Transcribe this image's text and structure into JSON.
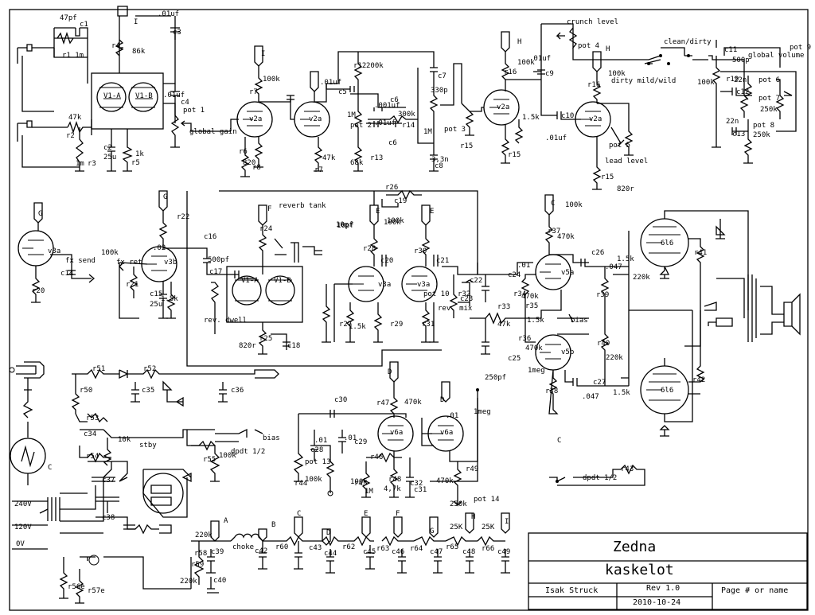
{
  "title_block": {
    "project": "Zedna",
    "name": "kaskelot",
    "author": "Isak Struck",
    "rev": "Rev 1.0",
    "date": "2010-10-24",
    "page": "Page # or name"
  },
  "labels": {
    "c1": "47pf",
    "c1n": "c1",
    "r1": "r1 1m",
    "r2v": "47k",
    "r2": "r2",
    "r3": "1m",
    "r3n": "r3",
    "r4": "r4",
    "r4v": "86k",
    "c3v": ".01uf",
    "c3": "c3",
    "c4v": ".01uf",
    "c4": "c4",
    "pot1": "pot 1",
    "gg": "global gain",
    "c2": "c2",
    "c2v": "25u",
    "r5": "r5",
    "r5v": "1k",
    "v1a": "V1-A",
    "v1b": "V1-B",
    "r7": "r7",
    "r7v": "100k",
    "v2a1": "v2a",
    "r6": "r6",
    "r6v": "820",
    "r8": "r8",
    "c5v": ".01uf",
    "c5": "c5",
    "v2a2": "v2a",
    "r9": "r7",
    "r9v": "47k",
    "r12": "r12",
    "r12v": "200k",
    "c6a": ".001uf",
    "c6an": "c6",
    "c6b": ".01uf",
    "c6bn": "c6",
    "pot2v": "1M",
    "pot2": "pot 2",
    "r14v": "300k",
    "r14": "r14",
    "r13": "r13",
    "r13v": "68k",
    "c7": "c7",
    "c7v": "330p",
    "pot3": "pot 3",
    "pot3v": "1M",
    "c8v": "3,3n",
    "c8": "c8",
    "crunch": "crunch level",
    "c9v": ".01uf",
    "c9": "c9",
    "r16": "r16",
    "r16v": "100k",
    "v2a3": "v2a",
    "r15": "r15",
    "r15b": "r15",
    "r15v": "1.5k",
    "pot4": "pot 4",
    "r16b": "r16",
    "r16bv": "100k",
    "v2a4": "v2a",
    "c10": "c10",
    "c10v": ".01uf",
    "pot5": "pot 5",
    "lead": "lead level",
    "r15c": "r15",
    "r820": "820r",
    "cleandirty": "clean/dirty",
    "dirtymw": "dirty mild/wild",
    "c11": "c11",
    "c11v": "500p",
    "gv": "global volume",
    "pot9": "pot 9",
    "r19": "r19",
    "r19v": "100k",
    "r22": "22n",
    "pot6": "pot 6",
    "c12": "c12",
    "pot7": "pot 7",
    "pot7v": "250k",
    "c13": "c13",
    "c13v": "22n",
    "pot8": "pot 8",
    "pot8v": "250k",
    "v3a1": "v3a",
    "c14": "c14",
    "fxsend": "fx send",
    "r20": "r20",
    "r100k": "100k",
    "r22n": "r22",
    "c16": "c16",
    "c16v": ".02",
    "fxret": "fx ret",
    "v3b": "v3b",
    "r21": "r21",
    "c15": "c15",
    "c15v": "25u",
    "r23": "1.5k",
    "c17": "c17",
    "c17v": "500pf",
    "revdwell": "rev. dwell",
    "r24": "r24",
    "reverb": "reverb tank",
    "v1a2": "V1-A",
    "v1b2": "V1-B",
    "r25": "r25",
    "r25v": "820r",
    "c18": "c18",
    "r26": "r26",
    "c19": "c19",
    "r26v": "100k",
    "c19v": "10pf",
    "r28": "r28",
    "c20": "c20",
    "v3a2": "v3a",
    "r29": "r29",
    "r27": "r27",
    "r27v": "1.5k",
    "r30": "r30",
    "c21": "c21",
    "v3a3": "v3a",
    "pot10": "pot 10",
    "r31": "r31",
    "revmix": "rev. mix",
    "r32": "r32",
    "c22": "c22",
    "c23": "c23",
    "r33": "r33",
    "r33v": "47k",
    "r34": "r34",
    "r34v": "470k",
    "r35": "r35",
    "r35v": "1.5k",
    "c24": "c24",
    "c24v": ".01",
    "bias": "bias",
    "r37": "r37",
    "r37v": "470k",
    "v5a": "v5a",
    "c26": "c26",
    "c26v": ".047",
    "r15k": "1.5k",
    "r220k": "220k",
    "r39": "r39",
    "r36": "r36",
    "r36v": "470k",
    "c25": "c25",
    "c25v": "250pf",
    "v5b": "v5b",
    "r40": "r40",
    "r220kb": "220k",
    "r1meg": "1meg",
    "r38": "r38",
    "c27": "c27",
    "c27v": ".047",
    "r15kb": "1.5k",
    "six16a": "6l6",
    "six16b": "6l6",
    "r41": "r41",
    "r42": "r42",
    "r51": "r51",
    "r52": "r52",
    "r50": "r50",
    "c35": "c35",
    "c36": "c36",
    "r53": "r53",
    "c34": "c34",
    "r10k": "10k",
    "stby": "stby",
    "r54": "r54",
    "r55": "r55",
    "r55v": "100k",
    "dpdt": "dpdt 1/2",
    "biasb": "bias",
    "c37": "c37",
    "c38": "c38",
    "v240": "240V",
    "v120": "120V",
    "v0": "0V",
    "r56e": "r56e",
    "r57e": "r57e",
    "c30": "c30",
    "c28": "c28",
    "c29": "c29",
    "c29v": ".01",
    "c28v": ".01",
    "r47": "r47",
    "r47v": "470k",
    "v6a": "v6a",
    "v6a2": "v6a",
    "r46": "r46",
    "pot13": "pot 13",
    "r44": "r44",
    "r44v": "100k",
    "r45": "r45",
    "r45v": "1M",
    "r48": "r48",
    "r48v": "4,7k",
    "c31": "c31",
    "c32": "c32",
    "r49": "r49",
    "r49v": "470k",
    "pot14": "pot 14",
    "pot14v": "250k",
    "c01": ".01",
    "r1megb": "1meg",
    "r43": "r43",
    "dpdt2": "dpdt 1/2",
    "r58": "r58",
    "r58v": "220k",
    "c39": "c39",
    "r59": "r59",
    "r220kc": "220k",
    "c40": "c40",
    "choke": "choke",
    "c42": "c42",
    "r60": "r60",
    "c43": "c43",
    "c44": "c44",
    "r62": "r62",
    "c45": "c45",
    "r63": "r63",
    "c46": "c46",
    "r64": "r64",
    "c47": "c47",
    "r65": "r65",
    "c48": "c48",
    "r66": "r66",
    "c49": "c49",
    "r25k": "25K",
    "r25kb": "25K",
    "nA": "A",
    "nB": "B",
    "nC": "C",
    "nD": "D",
    "nE": "E",
    "nF": "F",
    "nG": "G",
    "nH": "H",
    "nI": "I",
    "tagI": "I",
    "tagI2": "I",
    "tagH": "H",
    "tagH2": "H",
    "tagG": "G",
    "tagG2": "G",
    "tagF": "F",
    "tagE": "E",
    "tagE2": "E",
    "tagD": "D",
    "tagD2": "D",
    "tagC": "C",
    "tagC2": "C",
    "tagC3": "C",
    "r100k2": "100k",
    "r100k3": "100k",
    "r100k4": "100k",
    "r100k5": "100k",
    "r10pf": "10pf",
    "r100k6": "100k",
    "r47k": "47k",
    "r1meg3": "1meg"
  }
}
